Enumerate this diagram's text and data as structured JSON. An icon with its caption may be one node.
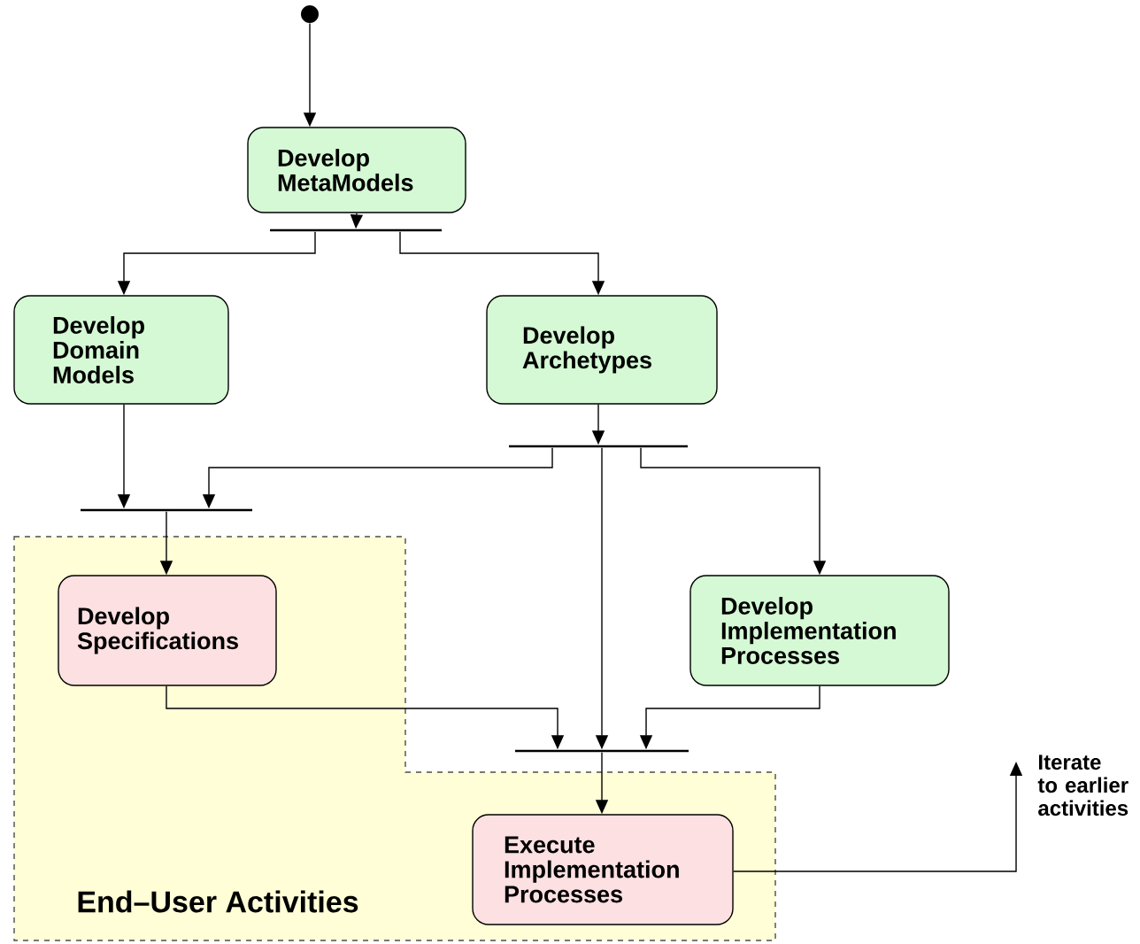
{
  "diagram": {
    "nodes": [
      {
        "text": [],
        "shape": "circle"
      },
      {
        "text": [
          "Develop MetaModels"
        ]
      },
      {
        "text": [],
        "shape": "bar"
      },
      {
        "text": [
          "Develop Domain Models"
        ]
      },
      {
        "text": [
          "Develop Archetypes"
        ]
      },
      {
        "text": [],
        "shape": "bar"
      },
      {
        "text": [],
        "shape": "bar"
      },
      {
        "text": [
          "End–User Activities"
        ]
      },
      {
        "text": [
          "Develop Specifications"
        ],
        "in": 7
      },
      {
        "text": [
          "Develop Implementation Processes"
        ]
      },
      {
        "text": [],
        "shape": "bar"
      },
      {
        "text": [
          "Execute Implementation Processes"
        ],
        "in": 7
      }
    ],
    "edges": [
      {
        "from": 0,
        "to": 1,
        "arrow": "to"
      },
      {
        "from": 1,
        "to": 2,
        "arrow": "to"
      },
      {
        "from": 2,
        "to": 3,
        "arrow": "to"
      },
      {
        "from": 2,
        "to": 4,
        "arrow": "to"
      },
      {
        "from": 4,
        "to": 5,
        "arrow": "to"
      },
      {
        "from": 3,
        "to": 6,
        "arrow": "to"
      },
      {
        "from": 5,
        "to": 6,
        "arrow": "to"
      },
      {
        "from": 5,
        "to": 10,
        "arrow": "to"
      },
      {
        "from": 5,
        "to": 9,
        "arrow": "to"
      },
      {
        "from": 6,
        "to": 8,
        "arrow": "to"
      },
      {
        "from": 8,
        "to": 10,
        "arrow": "to"
      },
      {
        "from": 9,
        "to": 10,
        "arrow": "to"
      },
      {
        "from": 10,
        "to": 11,
        "arrow": "to"
      },
      {
        "from": 11,
        "to": null,
        "arrow": "to",
        "label": "Iterate to earlier activities"
      }
    ]
  }
}
